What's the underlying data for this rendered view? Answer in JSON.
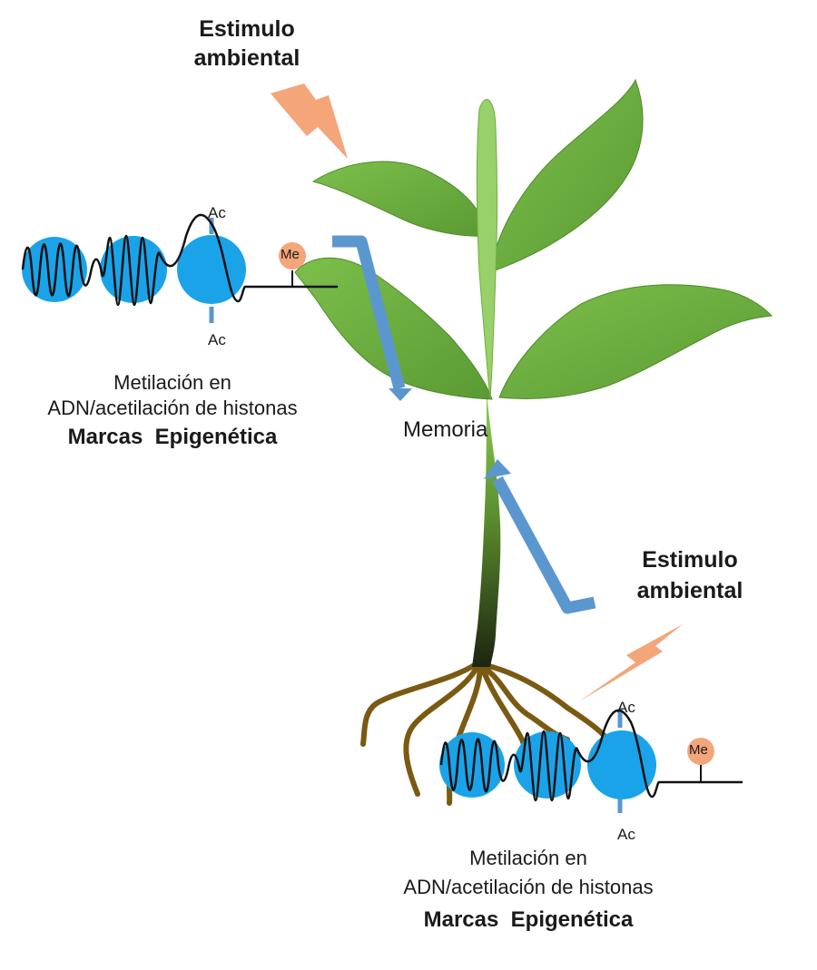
{
  "top_stimulus": {
    "line1": "Estimulo",
    "line2": "ambiental"
  },
  "bottom_stimulus": {
    "line1": "Estimulo",
    "line2": "ambiental"
  },
  "memory_label": "Memoria",
  "left_marks": {
    "line1": "Metilación en",
    "line2": "ADN/acetilación de histonas",
    "title": "Marcas  Epigenética",
    "ac_top": "Ac",
    "ac_bottom": "Ac",
    "me": "Me"
  },
  "right_marks": {
    "line1": "Metilación en",
    "line2": "ADN/acetilación de histonas",
    "title": "Marcas  Epigenética",
    "ac_top": "Ac",
    "ac_bottom": "Ac",
    "me": "Me"
  },
  "colors": {
    "leaf": "#6fae3f",
    "leaf_dark": "#4f8a2a",
    "stem_top": "#7fc24a",
    "stem_bottom": "#1f2a12",
    "root": "#7a5a12",
    "nucleosome": "#1aa3e8",
    "arrow": "#5b97cf",
    "lightning": "#f4a57a",
    "me_circle": "#f4a57a"
  }
}
